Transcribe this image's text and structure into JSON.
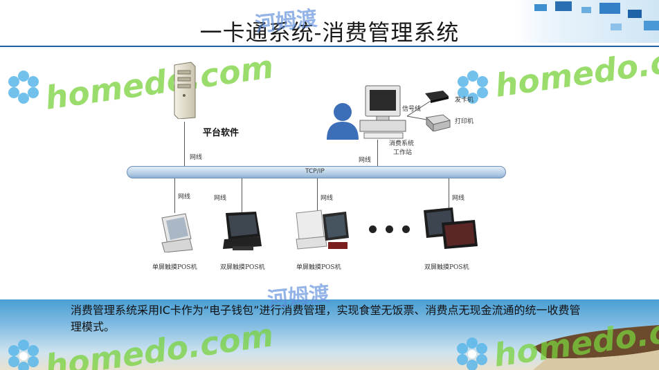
{
  "slide": {
    "title": "一卡通系统-消费管理系统",
    "description": "消费管理系统采用IC卡作为“电子钱包”进行消费管理，实现食堂无饭票、消费点无现金流通的统一收费管理模式。"
  },
  "diagram": {
    "server_label": "平台软件",
    "server_link": "网线",
    "workstation_label_1": "消费系统",
    "workstation_label_2": "工作站",
    "workstation_link": "网线",
    "signal_label": "信号线",
    "card_reader_label": "发卡机",
    "printer_label": "打印机",
    "bus_label": "TCP/IP",
    "terminals": [
      {
        "link": "网线",
        "label": "单屏触摸POS机"
      },
      {
        "link": "网线",
        "label": "双屏触摸POS机"
      },
      {
        "link": "网线",
        "label": "单屏触摸POS机"
      },
      {
        "link": "网线",
        "label": "双屏触摸POS机"
      }
    ]
  },
  "watermarks": {
    "latin": "homedo.com",
    "chinese": "河姆渡"
  },
  "colors": {
    "accent": "#1f5fa6",
    "watermark_green": "#78d23c",
    "band_blue": "#4a9ed4"
  }
}
